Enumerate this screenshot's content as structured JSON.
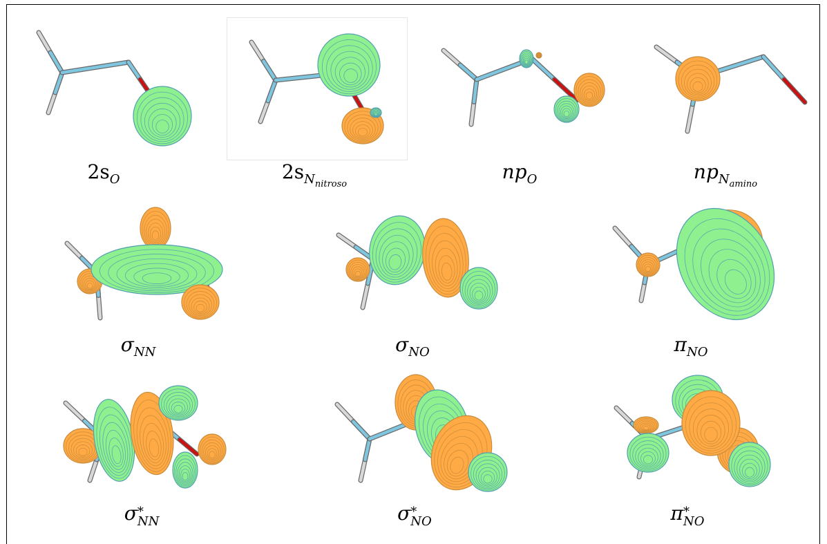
{
  "figure": {
    "row1": [
      {
        "id": "2sO",
        "main": "2s",
        "sub": "O",
        "subsub": ""
      },
      {
        "id": "2sN",
        "main": "2s",
        "sub": "N",
        "subsub": "nitroso"
      },
      {
        "id": "npO",
        "main": "np",
        "sub": "O",
        "subsub": ""
      },
      {
        "id": "npN",
        "main": "np",
        "sub": "N",
        "subsub": "amino"
      }
    ],
    "row2": [
      {
        "id": "sNN",
        "main": "σ",
        "sub": "NN",
        "star": ""
      },
      {
        "id": "sNO",
        "main": "σ",
        "sub": "NO",
        "star": ""
      },
      {
        "id": "pNO",
        "main": "π",
        "sub": "NO",
        "star": ""
      }
    ],
    "row3": [
      {
        "id": "sNNs",
        "main": "σ",
        "sub": "NN",
        "star": "*"
      },
      {
        "id": "sNOs",
        "main": "σ",
        "sub": "NO",
        "star": "*"
      },
      {
        "id": "pNOs",
        "main": "π",
        "sub": "NO",
        "star": "*"
      }
    ]
  },
  "colors": {
    "positive_lobe": "#8EF08E",
    "negative_lobe": "#FFAA44",
    "bond": "#7FC6E0",
    "hydrogen": "#D8D8D8",
    "oxygen_bond": "#CC1111"
  }
}
